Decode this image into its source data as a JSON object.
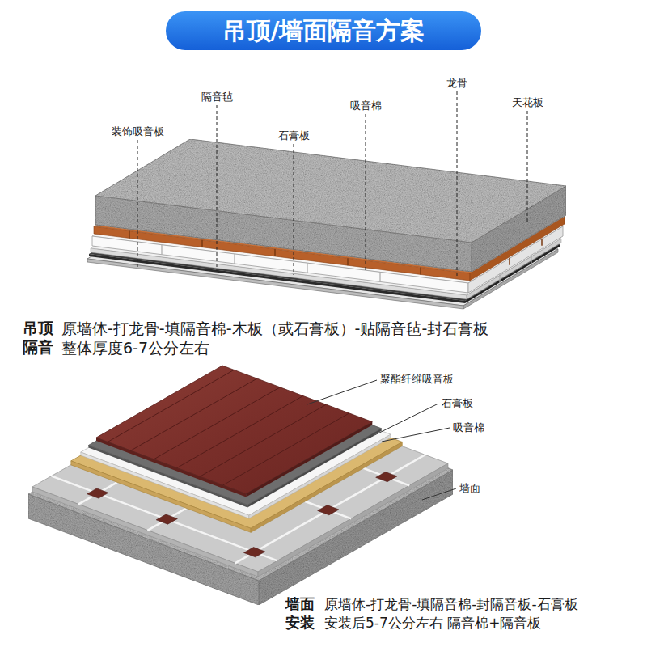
{
  "diagram": {
    "title": "吊顶/墙面隔音方案",
    "labels": [
      "隔音毡",
      "龙骨",
      "装饰吸音板",
      "吸音棉",
      "天花板",
      "石膏板",
      "吊顶",
      "原墙体-打龙骨-填隔音棉-木板（或石膏板）-贴隔音毡-封石膏板",
      "隔音",
      "整体厚度6-7公分左右",
      "聚酯纤维吸音板",
      "石膏板",
      "吸音棉",
      "墙面",
      "墙面",
      "原墙体-打龙骨-填隔音棉-封隔音板-石膏板",
      "安装",
      "安装后5-7公分左右 隔音棉+隔音板"
    ]
  }
}
